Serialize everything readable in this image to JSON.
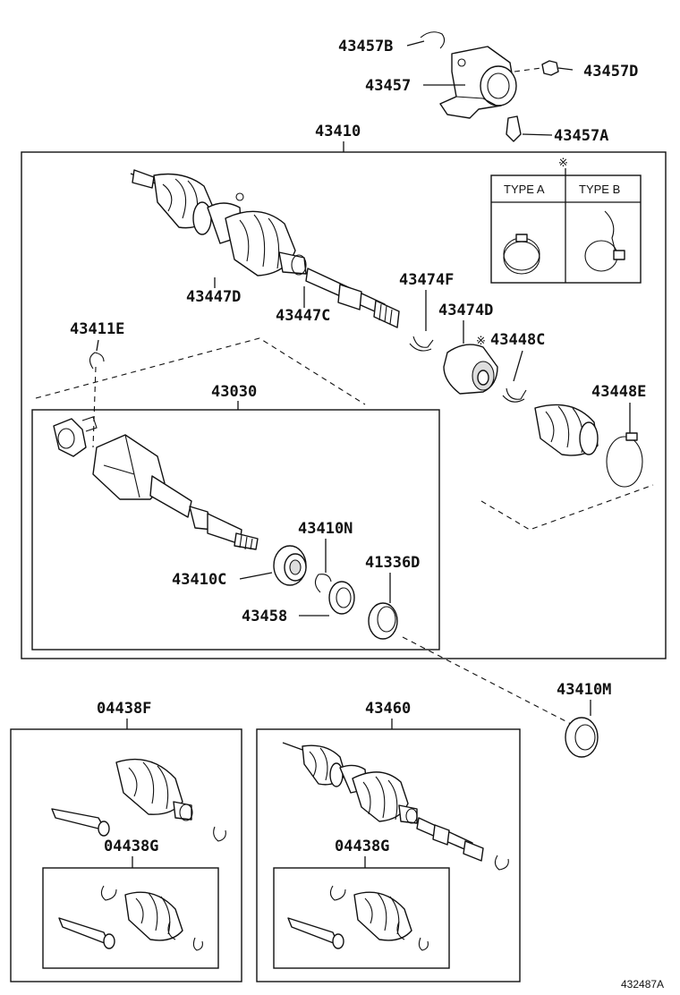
{
  "labels": {
    "p43457B": "43457B",
    "p43457": "43457",
    "p43457D": "43457D",
    "p43457A": "43457A",
    "p43410": "43410",
    "p43447D": "43447D",
    "p43447C": "43447C",
    "p43474F": "43474F",
    "p43474D": "43474D",
    "p43448C": "43448C",
    "p43448E": "43448E",
    "p43411E": "43411E",
    "p43030": "43030",
    "p43410N": "43410N",
    "p43410C": "43410C",
    "p41336D": "41336D",
    "p43458": "43458",
    "p43410M": "43410M",
    "p04438F": "04438F",
    "p43460": "43460",
    "p04438G_left": "04438G",
    "p04438G_right": "04438G"
  },
  "type_table": {
    "note_mark": "※",
    "type_a": "TYPE A",
    "type_b": "TYPE B"
  },
  "mark_43448C": "※",
  "diagram_id": "432487A"
}
